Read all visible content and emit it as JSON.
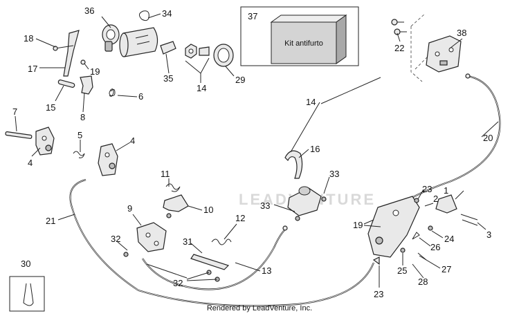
{
  "kit_box": {
    "number": "37",
    "label": "Kit antifurto"
  },
  "footer_text": "Rendered by LeadVenture, Inc.",
  "watermark_text": "LEADVENTURE",
  "callouts": {
    "n1": "1",
    "n2": "2",
    "n3": "3",
    "n4a": "4",
    "n4b": "4",
    "n5": "5",
    "n6": "6",
    "n7": "7",
    "n8": "8",
    "n9": "9",
    "n10": "10",
    "n11": "11",
    "n12": "12",
    "n13": "13",
    "n14a": "14",
    "n14b": "14",
    "n15": "15",
    "n16": "16",
    "n17": "17",
    "n18": "18",
    "n19a": "19",
    "n19b": "19",
    "n20": "20",
    "n21": "21",
    "n22": "22",
    "n23a": "23",
    "n23b": "23",
    "n24": "24",
    "n25": "25",
    "n26": "26",
    "n27": "27",
    "n28": "28",
    "n29": "29",
    "n30": "30",
    "n31": "31",
    "n32a": "32",
    "n32b": "32",
    "n33a": "33",
    "n33b": "33",
    "n34": "34",
    "n35": "35",
    "n36": "36",
    "n38": "38"
  }
}
